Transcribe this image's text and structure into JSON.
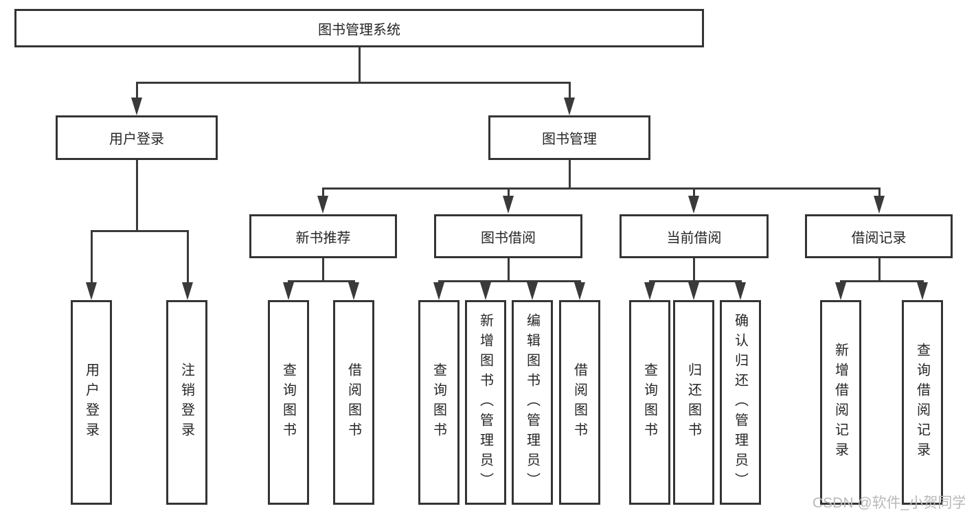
{
  "nodes": {
    "root": "图书管理系统",
    "level2": [
      "用户登录",
      "图书管理"
    ],
    "level3": [
      "新书推荐",
      "图书借阅",
      "当前借阅",
      "借阅记录"
    ],
    "leaves": [
      "用户登录",
      "注销登录",
      "查询图书",
      "借阅图书",
      "查询图书",
      "新增图书（管理员）",
      "编辑图书（管理员）",
      "借阅图书",
      "查询图书",
      "归还图书",
      "确认归还（管理员）",
      "新增借阅记录",
      "查询借阅记录"
    ]
  },
  "watermark": "CSDN @软件_小贺同学",
  "colors": {
    "line": "#3a3a3a",
    "border": "#343434",
    "text": "#262626",
    "watermark": "#b9b9b9",
    "background": "#ffffff"
  }
}
